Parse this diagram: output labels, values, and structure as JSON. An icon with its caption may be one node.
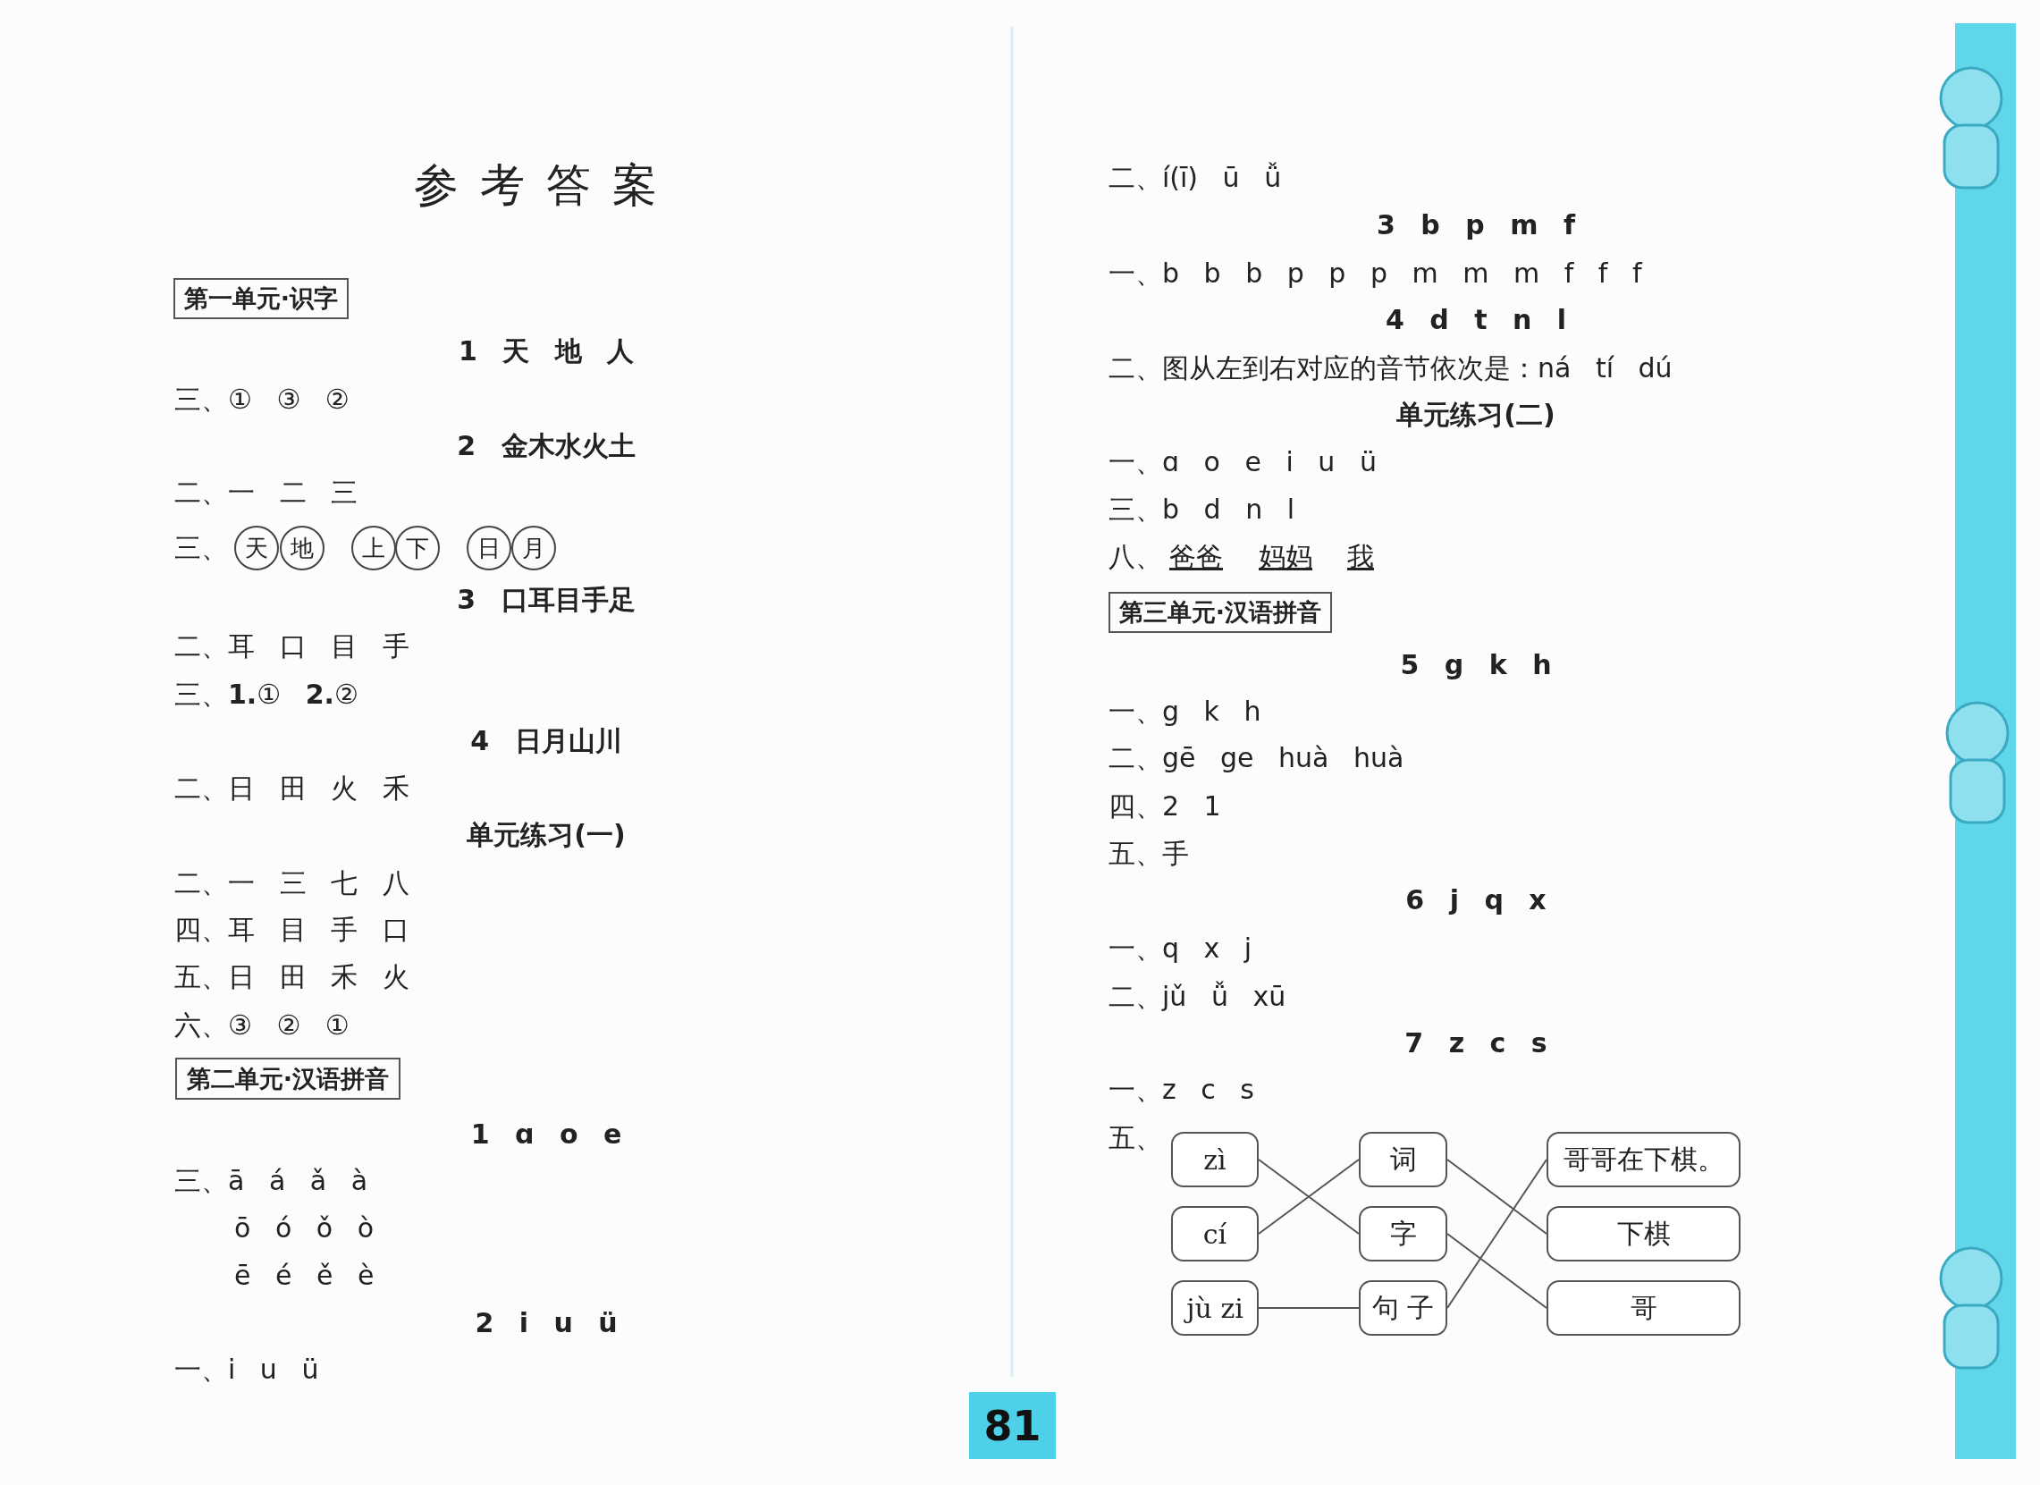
{
  "diagram": {
    "title": "参考答案",
    "nodes": [
      {
        "text": [
          "第一单元·识字"
        ]
      },
      {
        "text": [
          "天"
        ]
      },
      {
        "text": [
          "地"
        ]
      },
      {
        "text": [
          "上"
        ]
      },
      {
        "text": [
          "下"
        ]
      },
      {
        "text": [
          "日"
        ]
      },
      {
        "text": [
          "月"
        ]
      },
      {
        "text": [
          "第二单元·汉语拼音"
        ]
      },
      {
        "text": [
          "第三单元·汉语拼音"
        ]
      },
      {
        "text": [
          "zì"
        ]
      },
      {
        "text": [
          "词"
        ]
      },
      {
        "text": [
          "哥哥在下棋。"
        ]
      },
      {
        "text": [
          "cí"
        ]
      },
      {
        "text": [
          "字"
        ]
      },
      {
        "text": [
          "下棋"
        ]
      },
      {
        "text": [
          "jù zi"
        ]
      },
      {
        "text": [
          "句 子"
        ]
      },
      {
        "text": [
          "哥"
        ]
      },
      {
        "text": [
          "81"
        ]
      }
    ],
    "edges": [
      {
        "from": 9,
        "to": 13,
        "arrow": "none"
      },
      {
        "from": 12,
        "to": 10,
        "arrow": "none"
      },
      {
        "from": 15,
        "to": 16,
        "arrow": "none"
      },
      {
        "from": 10,
        "to": 14,
        "arrow": "none"
      },
      {
        "from": 13,
        "to": 17,
        "arrow": "none"
      },
      {
        "from": 16,
        "to": 11,
        "arrow": "none"
      }
    ],
    "labels": [
      "1 天 地 人",
      "三、① ③ ②",
      "2 金木水火土",
      "二、一 二 三",
      "三、",
      "3 口耳目手足",
      "二、耳 口 目 手",
      "三、**1.**① **2.**②",
      "4 日月山川",
      "二、日 田 火 禾",
      "单元练习(一)",
      "二、一 三 七 八",
      "四、耳 目 手 口",
      "五、日 田 禾 火",
      "六、③ ② ①",
      "1 ɑ o e",
      "三、ā á ǎ à",
      "ō ó ǒ ò",
      "ē é ě è",
      "2 i u ü",
      "一、i u ü",
      "二、í(ī) ū ǚ",
      "3 b p m f",
      "一、b b b p p p m m m f f f",
      "4 d t n l",
      "二、图从左到右对应的音节依次是：ná tí dú",
      "单元练习(二)",
      "一、ɑ o e i u ü",
      "三、b d n l",
      "八、",
      "爸爸",
      "妈妈",
      "我",
      "5 g k h",
      "一、g k h",
      "二、gē ge huà huà",
      "四、2 1",
      "五、手",
      "6 j q x",
      "一、q x j",
      "二、jǔ ǚ xū",
      "7 z c s",
      "一、z c s",
      "五、"
    ]
  }
}
